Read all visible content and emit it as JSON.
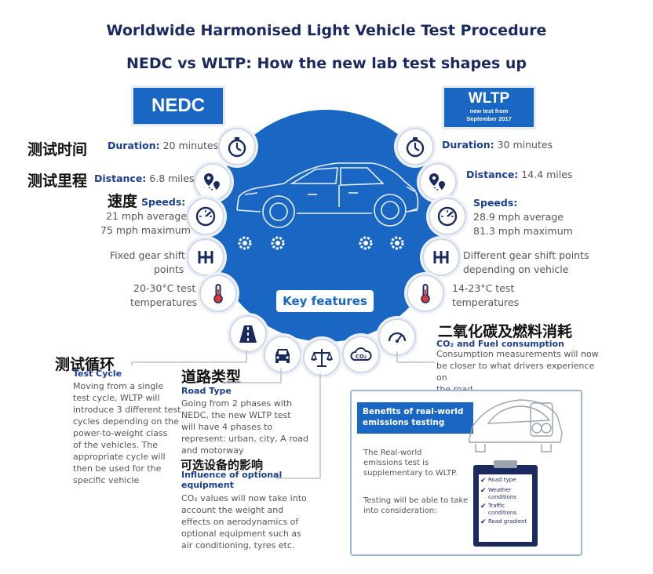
{
  "title": "Worldwide Harmonised Light Vehicle Test Procedure",
  "subtitle": "NEDC vs WLTP: How the new lab test shapes up",
  "nedc_tab": "NEDC",
  "wltp_tab": {
    "label": "WLTP",
    "note_line1": "new test from",
    "note_line2": "September 2017"
  },
  "key_features": "Key features",
  "chinese": {
    "duration": "测试时间",
    "distance": "测试里程",
    "speeds": "速度",
    "test_cycle": "测试循环",
    "road_type": "道路类型",
    "optional_equipment": "可选设备的影响",
    "co2": "二氧化碳及燃料消耗"
  },
  "nedc": {
    "duration_label": "Duration:",
    "duration_value": "20 minutes",
    "distance_label": "Distance:",
    "distance_value": "6.8 miles",
    "speeds_label": "Speeds:",
    "speeds_avg": "21 mph average",
    "speeds_max": "75 mph maximum",
    "gear_line1": "Fixed  gear shift",
    "gear_line2": "points",
    "temp_line1": "20-30°C test",
    "temp_line2": "temperatures"
  },
  "wltp": {
    "duration_label": "Duration:",
    "duration_value": "30 minutes",
    "distance_label": "Distance:",
    "distance_value": "14.4 miles",
    "speeds_label": "Speeds:",
    "speeds_avg": "28.9 mph average",
    "speeds_max": "81.3 mph maximum",
    "gear_line1": "Different gear shift points",
    "gear_line2": "depending on vehicle",
    "temp_line1": "14-23°C test",
    "temp_line2": "temperatures"
  },
  "test_cycle": {
    "heading": "Test Cycle",
    "lines": [
      "Moving from a single",
      "test cycle, WLTP will",
      "introduce 3 different test",
      "cycles depending on the",
      "power-to-weight class",
      "of the vehicles. The",
      "appropriate cycle will",
      "then be used for the",
      "specific vehicle"
    ]
  },
  "road_type": {
    "heading": "Road Type",
    "lines": [
      "Going from 2 phases with",
      "NEDC, the new WLTP test",
      "will have 4 phases to",
      "represent: urban, city, A road",
      "and motorway"
    ]
  },
  "optional": {
    "heading_line1": "Influence of optional",
    "heading_line2": "equipment",
    "lines": [
      "CO₂ values will now take into",
      "account the weight and",
      "effects on aerodynamics of",
      "optional equipment such as",
      "air conditioning, tyres etc."
    ]
  },
  "co2": {
    "heading": "CO₂ and Fuel consumption",
    "lines": [
      "Consumption measurements will now",
      "be closer to what drivers experience on",
      "the road"
    ],
    "icon_label": "CO₂"
  },
  "benefits": {
    "heading_line1": "Benefits of real-world",
    "heading_line2": "emissions testing",
    "text1_lines": [
      "The Real-world",
      "emissions test is",
      "supplementary to WLTP."
    ],
    "text2_lines": [
      "Testing will be able to take",
      "into consideration:"
    ],
    "checklist": [
      "Road type",
      "Weather conditions",
      "Traffic conditions",
      "Road gradient"
    ]
  },
  "icons": [
    "stopwatch-icon",
    "location-pin-icon",
    "speedometer-icon",
    "gear-shift-icon",
    "thermometer-icon",
    "road-icon",
    "car-front-icon",
    "scales-icon",
    "co2-cloud-icon",
    "fuel-gauge-icon",
    "gear-wheel-icon",
    "car-outline-icon",
    "clipboard-icon",
    "checkbox-icon"
  ],
  "colors": {
    "title": "#1b2a5e",
    "accent_blue": "#1967c2",
    "label_blue": "#1b3f8f",
    "pale_blue": "#eef2f8"
  }
}
